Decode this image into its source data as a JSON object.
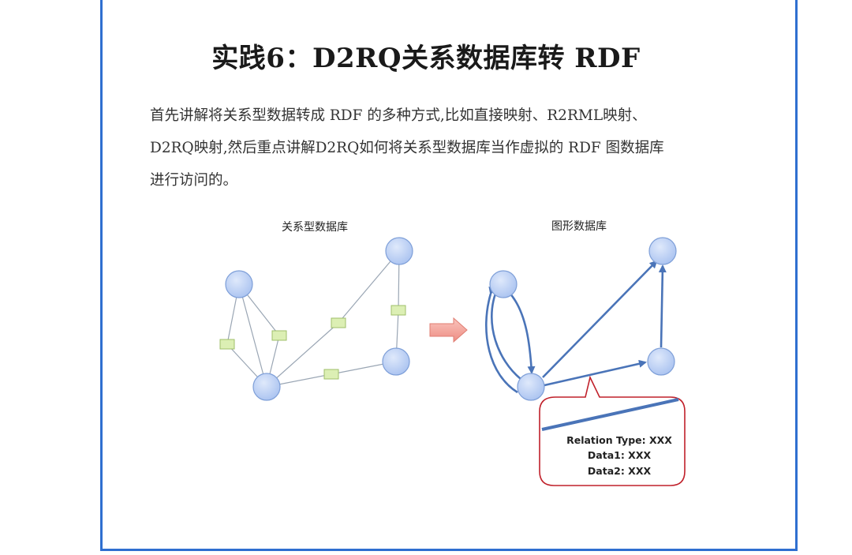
{
  "slide": {
    "title": "实践6：D2RQ关系数据库转 RDF",
    "intro_lines": [
      "首先讲解将关系型数据转成  RDF  的多种方式,比如直接映射、R2RML映射、",
      "D2RQ映射,然后重点讲解D2RQ如何将关系型数据库当作虚拟的 RDF 图数据库",
      "进行访问的。"
    ]
  },
  "diagram": {
    "left_label": "关系型数据库",
    "right_label": "图形数据库",
    "callout": {
      "line1": "Relation Type: XXX",
      "line2": "Data1: XXX",
      "line3": "Data2: XXX"
    },
    "colors": {
      "node_fill": "#b8cef5",
      "node_stroke": "#7e9fd8",
      "edge": "#9aa6b4",
      "connector_fill": "#dcefb4",
      "arrow_blue": "#4a74b8",
      "callout_border": "#c0202a",
      "transform_arrow": "#f29f97"
    }
  }
}
